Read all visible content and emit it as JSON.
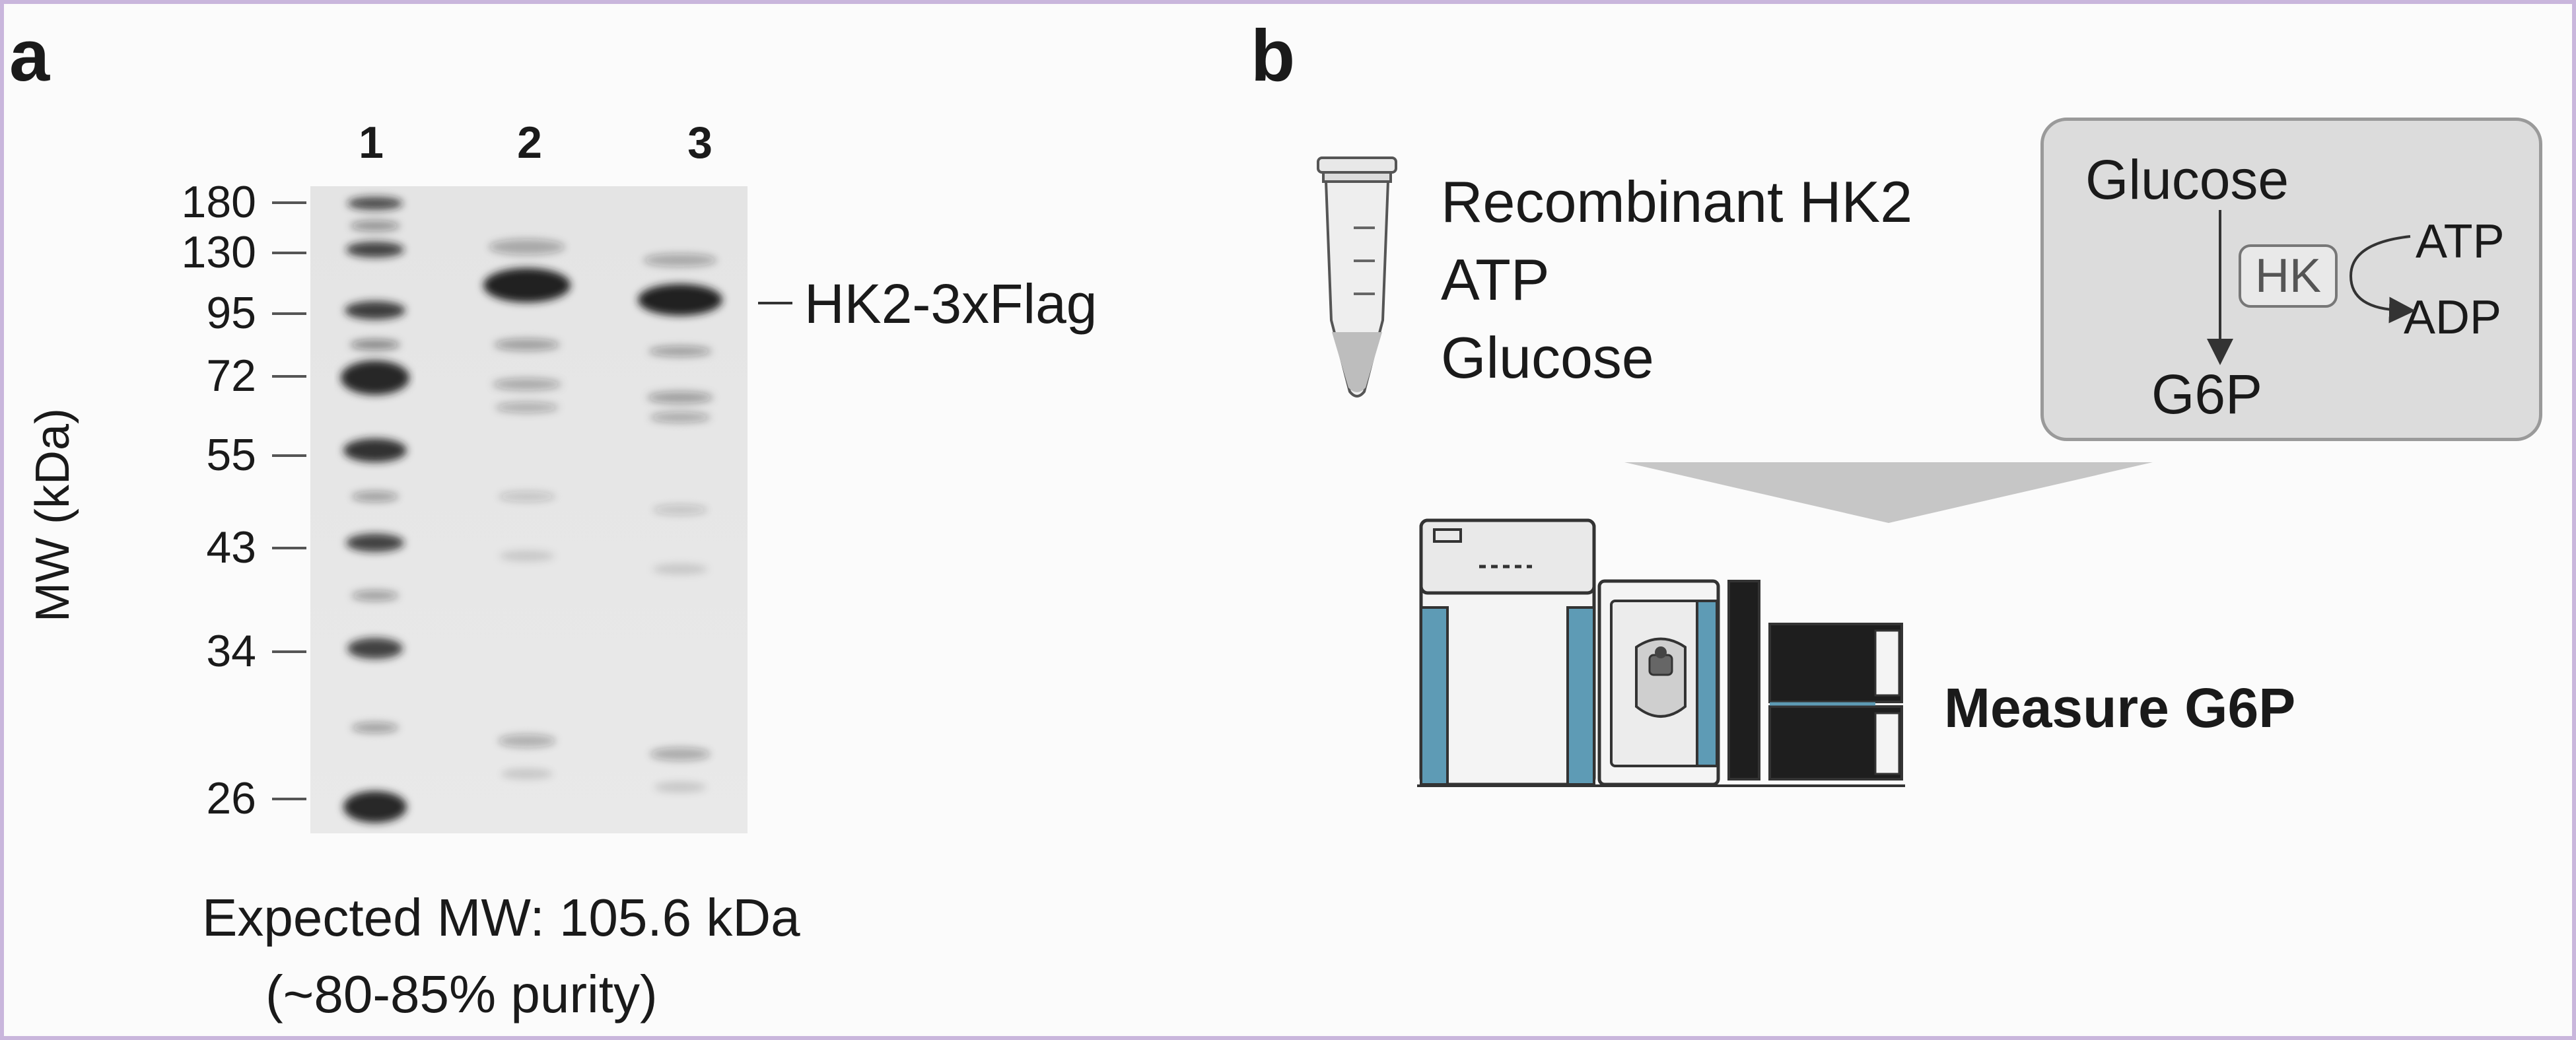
{
  "panel_a": {
    "letter": "a",
    "lanes": [
      "1",
      "2",
      "3"
    ],
    "y_axis_label": "MW (kDa)",
    "mw_markers": [
      "180",
      "130",
      "95",
      "72",
      "55",
      "43",
      "34",
      "26"
    ],
    "band_label": "HK2-3xFlag",
    "caption_line1": "Expected MW: 105.6 kDa",
    "caption_line2": "(~80-85% purity)"
  },
  "panel_b": {
    "letter": "b",
    "tube_contents": [
      "Recombinant HK2",
      "ATP",
      "Glucose"
    ],
    "reaction": {
      "substrate": "Glucose",
      "product": "G6P",
      "enzyme": "HK",
      "cofactor_in": "ATP",
      "cofactor_out": "ADP"
    },
    "instrument_label": "Measure G6P"
  },
  "colors": {
    "frame": "#c9b6dc",
    "instrument_accent": "#5e9bb5",
    "box_fill": "#dcdcdc"
  }
}
